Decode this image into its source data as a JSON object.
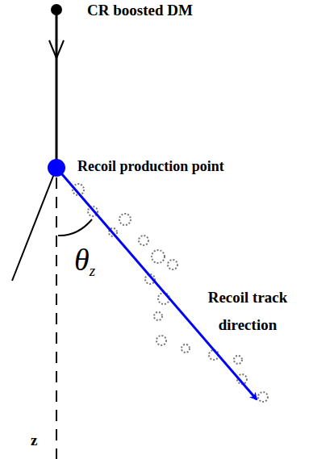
{
  "diagram": {
    "labels": [
      "CR boosted DM",
      "Recoil production point",
      "θz",
      "Recoil track direction",
      "z"
    ]
  }
}
